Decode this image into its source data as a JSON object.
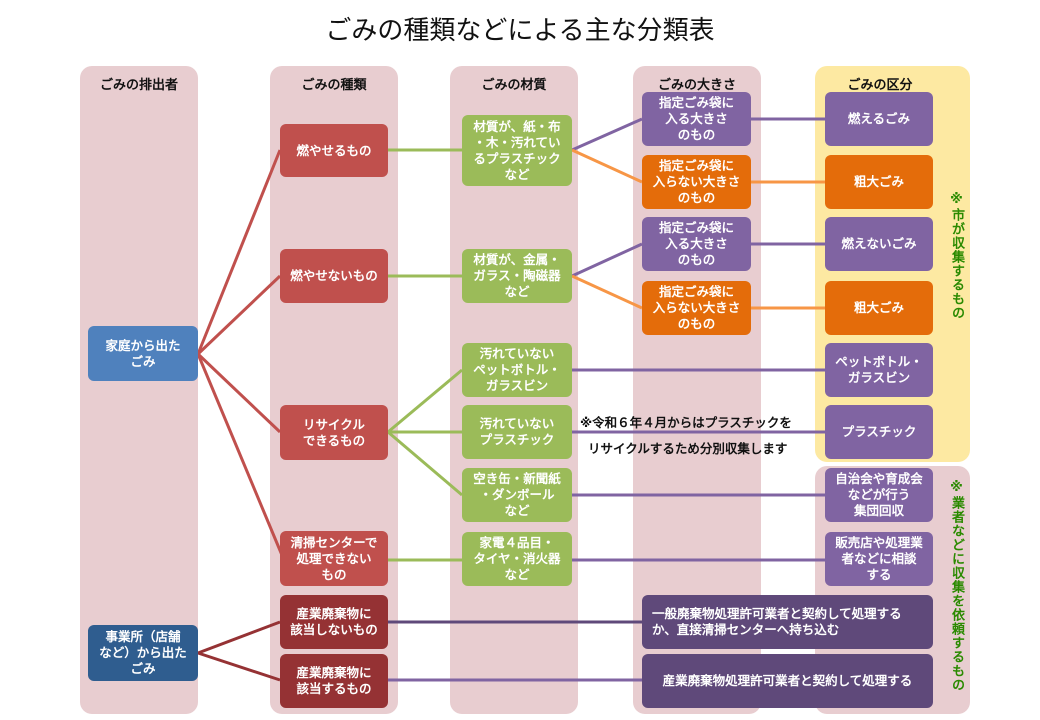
{
  "title": "ごみの種類などによる主な分類表",
  "columns": {
    "emitter": "ごみの排出者",
    "type": "ごみの種類",
    "material": "ごみの材質",
    "size": "ごみの大きさ",
    "category": "ごみの区分"
  },
  "emitters": {
    "household": "家庭から出た\nごみ",
    "business": "事業所（店舗\nなど）から出た\nごみ"
  },
  "types": {
    "burnable": "燃やせるもの",
    "nonburnable": "燃やせないもの",
    "recyclable": "リサイクル\nできるもの",
    "not_processable": "清掃センターで\n処理できない\nもの",
    "not_industrial": "産業廃棄物に\n該当しないもの",
    "industrial": "産業廃棄物に\n該当するもの"
  },
  "materials": {
    "paper_cloth": "材質が、紙・布\n・木・汚れてい\nるプラスチック\nなど",
    "metal_glass": "材質が、金属・\nガラス・陶磁器\nなど",
    "pet_glass": "汚れていない\nペットボトル・\nガラスビン",
    "plastic": "汚れていない\nプラスチック",
    "cans_paper": "空き缶・新聞紙\n・ダンボール\nなど",
    "appliances": "家電４品目・\nタイヤ・消火器\nなど"
  },
  "sizes": {
    "fits_1": "指定ごみ袋に\n入る大きさ\nのもの",
    "not_fits_1": "指定ごみ袋に\n入らない大きさ\nのもの",
    "fits_2": "指定ごみ袋に\n入る大きさ\nのもの",
    "not_fits_2": "指定ごみ袋に\n入らない大きさ\nのもの"
  },
  "categories": {
    "burnable_garbage": "燃えるごみ",
    "bulky_1": "粗大ごみ",
    "nonburnable_garbage": "燃えないごみ",
    "bulky_2": "粗大ごみ",
    "pet_glass": "ペットボトル・\nガラスビン",
    "plastic": "プラスチック",
    "group_collection": "自治会や育成会\nなどが行う\n集団回収",
    "consult": "販売店や処理業\n者などに相談\nする"
  },
  "wide": {
    "general_waste": "一般廃棄物処理許可業者と契約して処理する\nか、直接清掃センターへ持ち込む",
    "industrial_waste": "産業廃棄物処理許可業者と契約して処理する"
  },
  "notes": {
    "plastic_line1": "※令和６年４月からはプラスチックを",
    "plastic_line2": "リサイクルするため分別収集します",
    "city_collects": "※市が収集するもの",
    "contractor_collects": "※業者などに収集を依頼するもの"
  },
  "colors": {
    "column_bg": "#e8cdd0",
    "city_bg": "#fde9a2",
    "household_blue": "#4f81bd",
    "business_navy": "#2f5d8f",
    "type_red": "#c0504d",
    "industrial_darkred": "#953234",
    "material_green": "#9bbb59",
    "purple": "#8064a2",
    "dark_purple": "#5f497a",
    "orange": "#e46c0a",
    "note_green": "#2a8a00"
  }
}
